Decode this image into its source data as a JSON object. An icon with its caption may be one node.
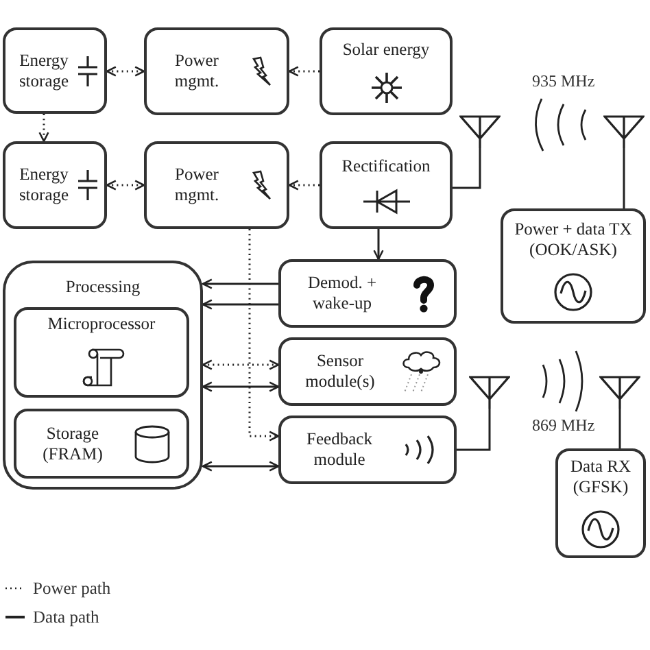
{
  "diagram": {
    "nodes": [
      {
        "text": [
          "Energy storage"
        ]
      },
      {
        "text": [
          "Power mgmt."
        ]
      },
      {
        "text": [
          "Solar energy"
        ]
      },
      {
        "text": [
          "Energy storage"
        ]
      },
      {
        "text": [
          "Power mgmt."
        ]
      },
      {
        "text": [
          "Rectification"
        ]
      },
      {
        "text": [
          "Power + data TX (OOK/ASK)"
        ]
      },
      {
        "text": [
          "Processing"
        ]
      },
      {
        "text": [
          "Microprocessor"
        ],
        "in": 7
      },
      {
        "text": [
          "Storage (FRAM)"
        ],
        "in": 7
      },
      {
        "text": [
          "Demod. + wake-up"
        ]
      },
      {
        "text": [
          "Sensor module(s)"
        ]
      },
      {
        "text": [
          "Feedback module"
        ]
      },
      {
        "text": [
          "Data RX (GFSK)"
        ]
      },
      {
        "text": [],
        "shape": "antenna"
      },
      {
        "text": [],
        "shape": "antenna"
      },
      {
        "text": [],
        "shape": "antenna"
      },
      {
        "text": [],
        "shape": "antenna"
      }
    ],
    "edges": [
      {
        "from": 0,
        "to": 1,
        "arrow": "both",
        "style": "dashed"
      },
      {
        "from": 2,
        "to": 1,
        "arrow": "to",
        "style": "dashed"
      },
      {
        "from": 0,
        "to": 3,
        "arrow": "to",
        "style": "dashed"
      },
      {
        "from": 3,
        "to": 4,
        "arrow": "both",
        "style": "dashed"
      },
      {
        "from": 5,
        "to": 4,
        "arrow": "to",
        "style": "dashed"
      },
      {
        "from": 5,
        "to": 10,
        "arrow": "to"
      },
      {
        "from": 14,
        "to": 5,
        "arrow": "none"
      },
      {
        "from": 15,
        "to": 6,
        "arrow": "none"
      },
      {
        "from": 10,
        "to": 7,
        "arrow": "to"
      },
      {
        "from": 10,
        "to": 7,
        "arrow": "to"
      },
      {
        "from": 7,
        "to": 11,
        "arrow": "both",
        "style": "dashed"
      },
      {
        "from": 7,
        "to": 11,
        "arrow": "both"
      },
      {
        "from": 4,
        "to": 12,
        "arrow": "to",
        "style": "dashed"
      },
      {
        "from": 7,
        "to": 12,
        "arrow": "both"
      },
      {
        "from": 12,
        "to": 16,
        "arrow": "none"
      },
      {
        "from": 17,
        "to": 13,
        "arrow": "none"
      }
    ],
    "labels": [
      "935 MHz",
      "869 MHz"
    ],
    "legend": [
      {
        "text": "Power path"
      },
      {
        "text": "Data path"
      }
    ]
  }
}
